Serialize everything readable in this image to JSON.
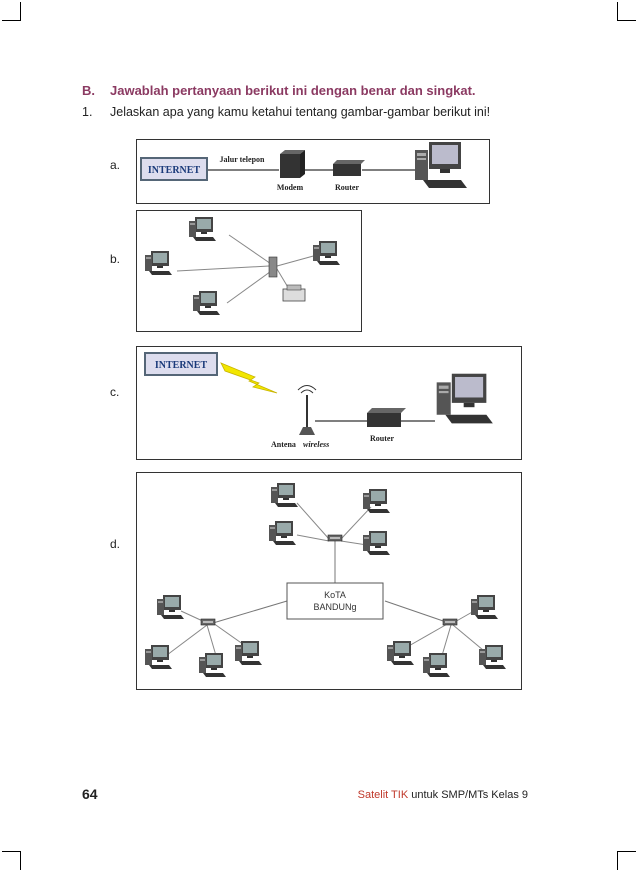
{
  "section": {
    "letter": "B.",
    "title": "Jawablah pertanyaan berikut ini dengan benar dan singkat."
  },
  "question": {
    "number": "1.",
    "text": "Jelaskan apa yang kamu ketahui tentang gambar-gambar berikut ini!"
  },
  "items": [
    {
      "label": "a.",
      "texts": {
        "internet": "INTERNET",
        "line": "Jalur telepon",
        "modem": "Modem",
        "router": "Router"
      }
    },
    {
      "label": "b."
    },
    {
      "label": "c.",
      "texts": {
        "internet": "INTERNET",
        "antenna": "Antena",
        "antenna_italic": "wireless",
        "router": "Router"
      }
    },
    {
      "label": "d.",
      "texts": {
        "city_line1": "KoTA",
        "city_line2": "BANDUNg"
      }
    }
  ],
  "footer": {
    "page_number": "64",
    "brand": "Satelit TIK",
    "rest": " untuk SMP/MTs Kelas 9"
  },
  "colors": {
    "heading": "#8b3a62",
    "brand": "#c0392b",
    "internet_text": "#1a3a7a",
    "lightning": "#f2e600"
  }
}
